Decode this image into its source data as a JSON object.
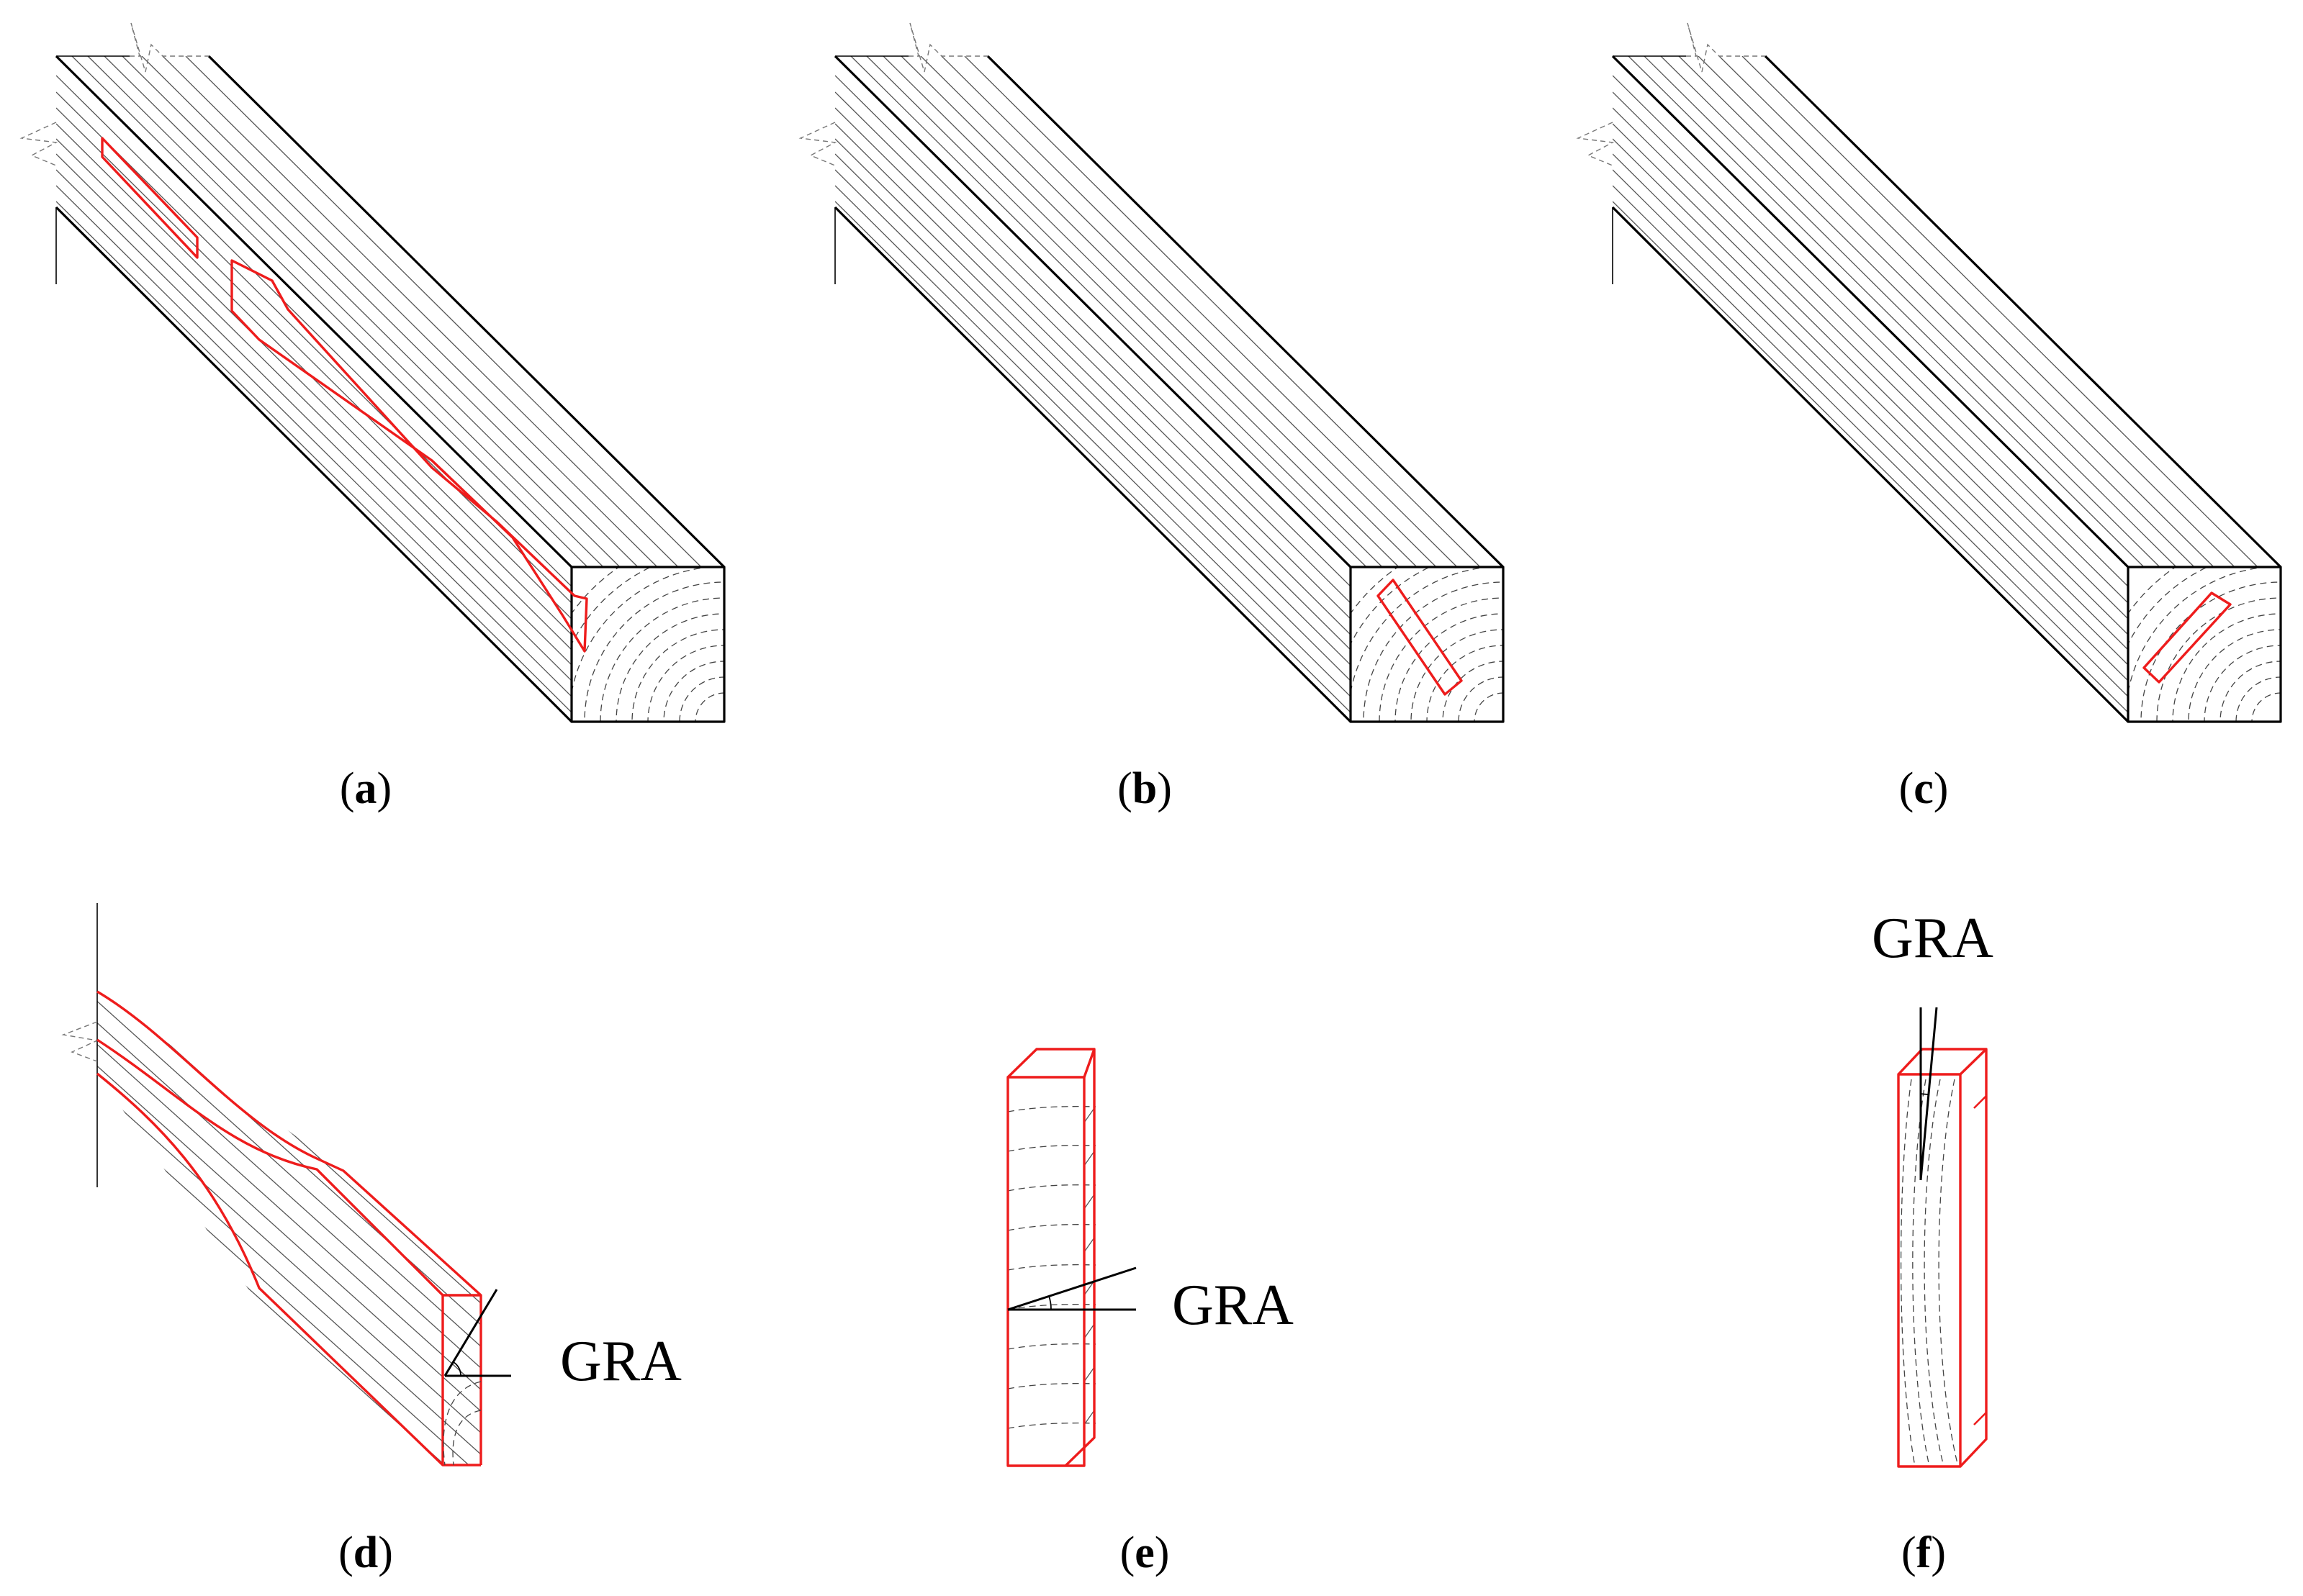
{
  "panels": [
    {
      "id": "a",
      "label": "a"
    },
    {
      "id": "b",
      "label": "b"
    },
    {
      "id": "c",
      "label": "c"
    },
    {
      "id": "d",
      "label": "d",
      "annotation": "GRA"
    },
    {
      "id": "e",
      "label": "e",
      "annotation": "GRA"
    },
    {
      "id": "f",
      "label": "f",
      "annotation": "GRA"
    }
  ],
  "colors": {
    "outline": "#000000",
    "specimen": "#ee1c1c",
    "grain": "#555555"
  }
}
